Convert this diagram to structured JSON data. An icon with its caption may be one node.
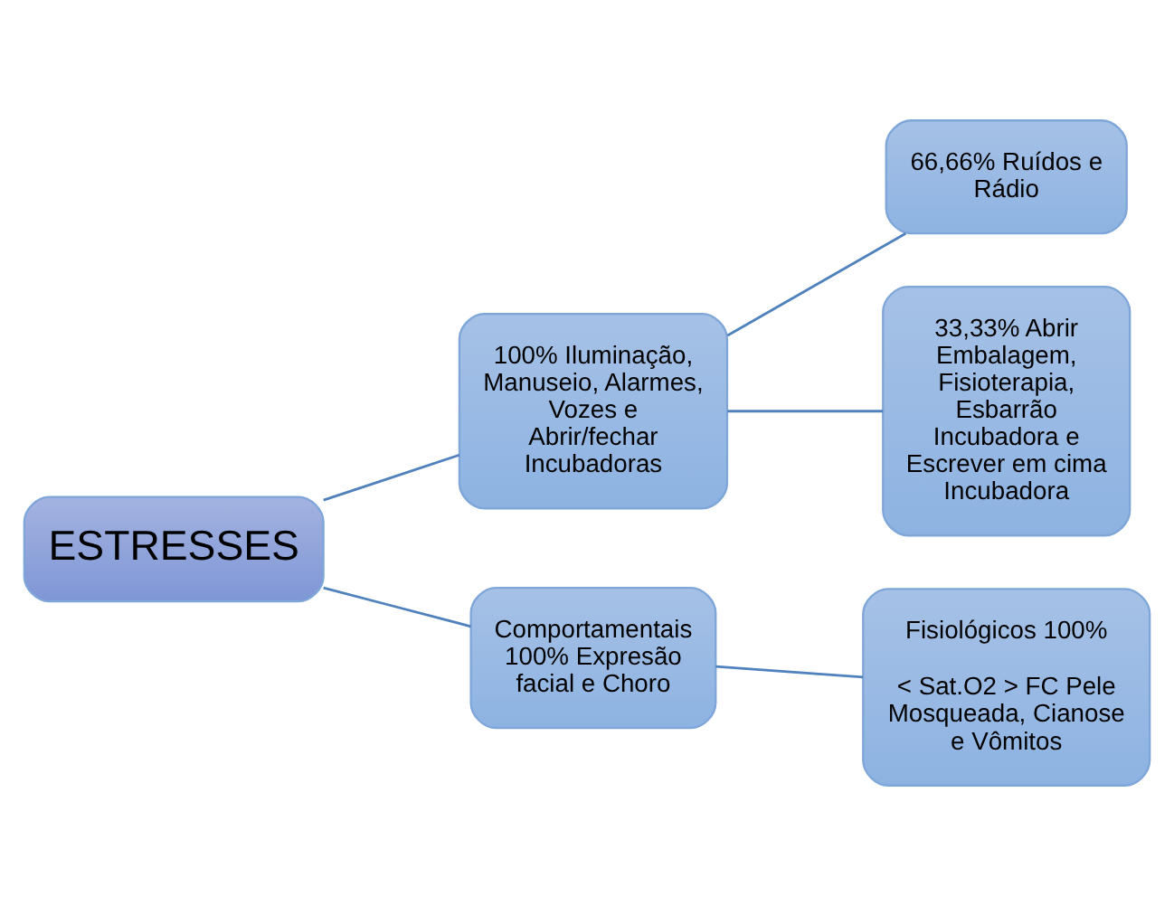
{
  "diagram": {
    "nodes": [
      {
        "text": [
          "ESTRESSES"
        ]
      },
      {
        "text": [
          "100% Iluminação, Manuseio, Alarmes, Vozes e Abrir/fechar Incubadoras"
        ]
      },
      {
        "text": [
          "Comportamentais 100% Expresão facial e Choro"
        ]
      },
      {
        "text": [
          "66,66% Ruídos e Rádio"
        ]
      },
      {
        "text": [
          "33,33% Abrir Embalagem, Fisioterapia, Esbarrão Incubadora e Escrever em cima Incubadora"
        ]
      },
      {
        "text": [
          "Fisiológicos 100%",
          "< Sat.O2 > FC Pele Mosqueada, Cianose e Vômitos"
        ]
      }
    ],
    "edges": [
      {
        "from": 0,
        "to": 1,
        "arrow": "none"
      },
      {
        "from": 0,
        "to": 2,
        "arrow": "none"
      },
      {
        "from": 1,
        "to": 3,
        "arrow": "none"
      },
      {
        "from": 1,
        "to": 4,
        "arrow": "none"
      },
      {
        "from": 2,
        "to": 5,
        "arrow": "none"
      }
    ]
  }
}
